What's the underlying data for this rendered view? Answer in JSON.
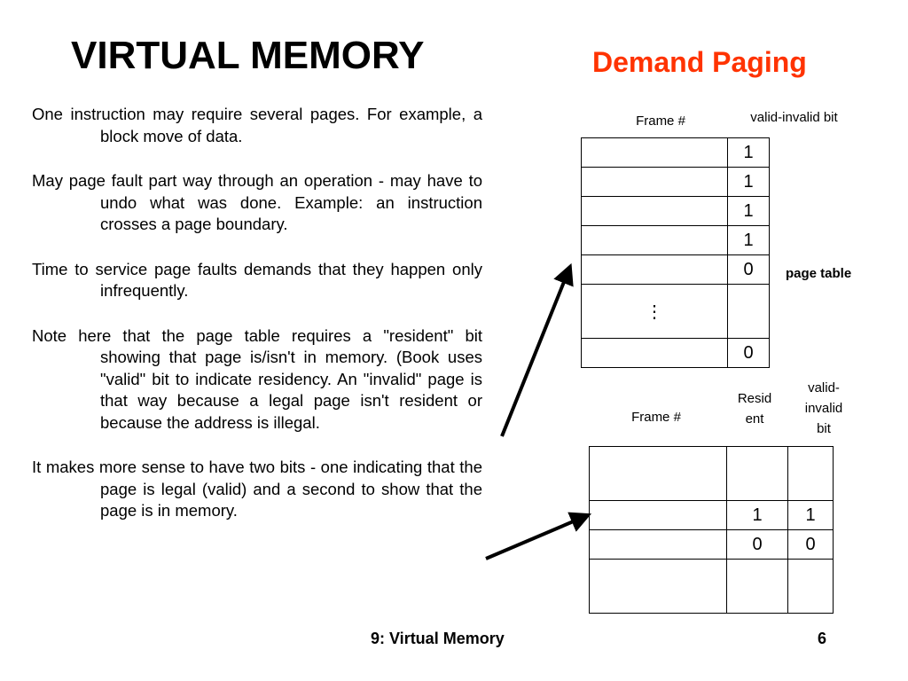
{
  "slide": {
    "title": "VIRTUAL MEMORY",
    "subtitle": "Demand Paging",
    "paragraphs": [
      "One instruction may require several pages. For example, a block move of data.",
      "May page fault part way through an operation - may have to undo what was done. Example: an instruction crosses a page boundary.",
      "Time to service page faults demands that they happen only infrequently.",
      "Note here that the page table requires a \"resident\" bit showing that page is/isn't in memory. (Book uses \"valid\" bit to indicate residency. An \"invalid\" page is that way because a legal page isn't resident or because the address is illegal.",
      "It makes more sense to have two bits - one indicating that the page is legal (valid) and a second to show that the page is in memory."
    ],
    "footer": "9: Virtual Memory",
    "page_number": "6",
    "title_color": "#000000",
    "subtitle_color": "#ff3300"
  },
  "table1": {
    "frame_header": "Frame #",
    "bit_header": "valid-invalid bit",
    "label": "page table",
    "rows": [
      {
        "frame": "",
        "bit": "1"
      },
      {
        "frame": "",
        "bit": "1"
      },
      {
        "frame": "",
        "bit": "1"
      },
      {
        "frame": "",
        "bit": "1"
      },
      {
        "frame": "",
        "bit": "0"
      },
      {
        "frame": "⋮",
        "bit": ""
      },
      {
        "frame": "",
        "bit": "0"
      }
    ]
  },
  "table2": {
    "frame_header": "Frame #",
    "resident_header": "Resid\nent",
    "valid_header": "valid-\ninvalid\nbit",
    "rows": [
      {
        "frame": "",
        "resident": "",
        "valid": ""
      },
      {
        "frame": "",
        "resident": "1",
        "valid": "1"
      },
      {
        "frame": "",
        "resident": "0",
        "valid": "0"
      },
      {
        "frame": "",
        "resident": "",
        "valid": ""
      }
    ]
  }
}
